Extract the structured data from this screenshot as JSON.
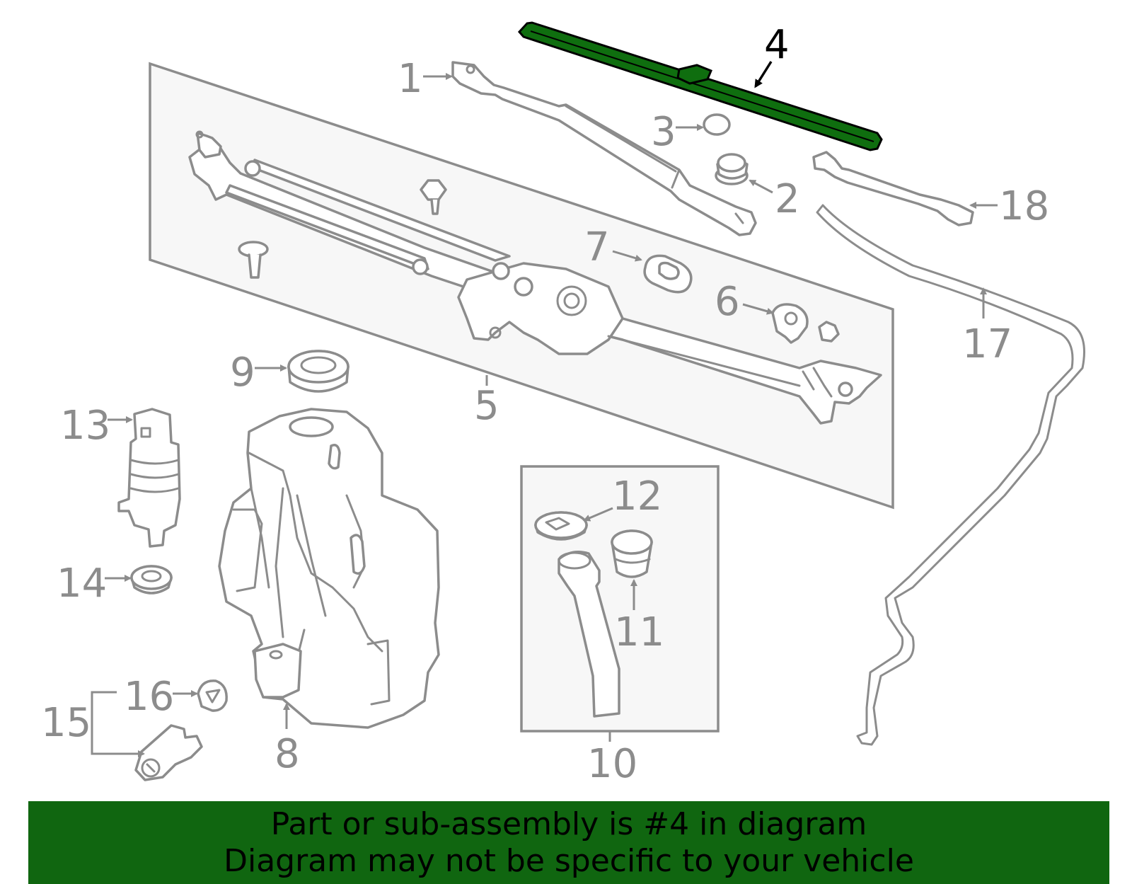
{
  "highlight_color": "#0f6e0f",
  "line_color": "#8c8c8c",
  "banner": {
    "line1": "Part or sub-assembly is #4 in diagram",
    "line2": "Diagram may not be specific to your vehicle",
    "color": "#106610"
  },
  "callouts": {
    "c1": "1",
    "c2": "2",
    "c3": "3",
    "c4": "4",
    "c5": "5",
    "c6": "6",
    "c7": "7",
    "c8": "8",
    "c9": "9",
    "c10": "10",
    "c11": "11",
    "c12": "12",
    "c13": "13",
    "c14": "14",
    "c15": "15",
    "c16": "16",
    "c17": "17",
    "c18": "18"
  },
  "highlighted_part": "4"
}
